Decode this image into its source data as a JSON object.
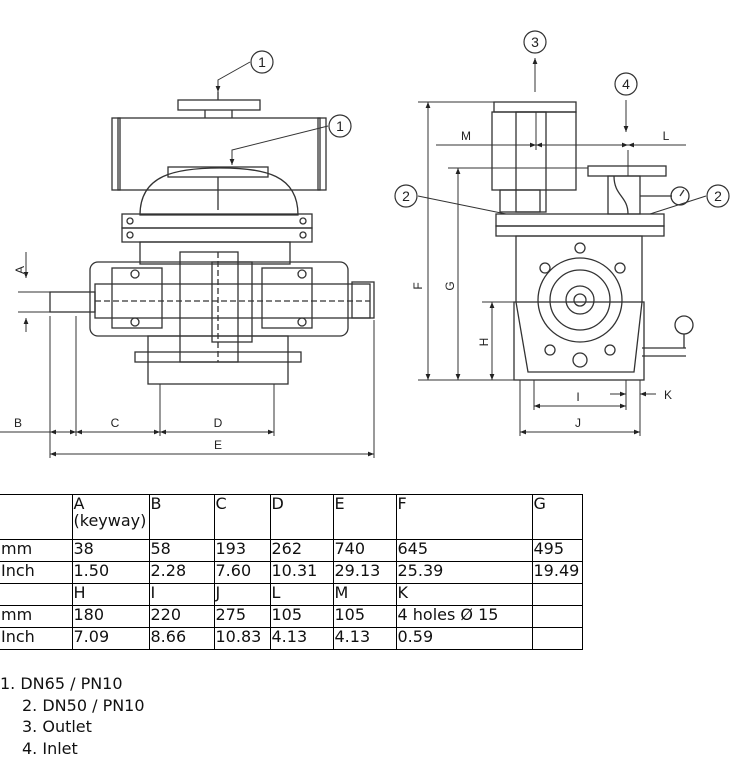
{
  "callouts": {
    "n1": "1",
    "n2": "2",
    "n3": "3",
    "n4": "4"
  },
  "dimension_letters": {
    "A": "A",
    "B": "B",
    "C": "C",
    "D": "D",
    "E": "E",
    "F": "F",
    "G": "G",
    "H": "H",
    "I": "I",
    "J": "J",
    "K": "K",
    "L": "L",
    "M": "M"
  },
  "table": {
    "header1": [
      "",
      "A (keyway)",
      "B",
      "C",
      "D",
      "E",
      "F",
      "G"
    ],
    "row_mm1": [
      "mm",
      "38",
      "58",
      "193",
      "262",
      "740",
      "645",
      "495"
    ],
    "row_inch1": [
      "Inch",
      "1.50",
      "2.28",
      "7.60",
      "10.31",
      "29.13",
      "25.39",
      "19.49"
    ],
    "header2": [
      "",
      "H",
      "I",
      "J",
      "L",
      "M",
      "K",
      ""
    ],
    "row_mm2": [
      "mm",
      "180",
      "220",
      "275",
      "105",
      "105",
      "4 holes Ø 15",
      ""
    ],
    "row_inch2": [
      "Inch",
      "7.09",
      "8.66",
      "10.83",
      "4.13",
      "4.13",
      "0.59",
      ""
    ]
  },
  "legend": [
    "1. DN65 / PN10",
    "2. DN50 / PN10",
    "3. Outlet",
    "4. Inlet"
  ]
}
